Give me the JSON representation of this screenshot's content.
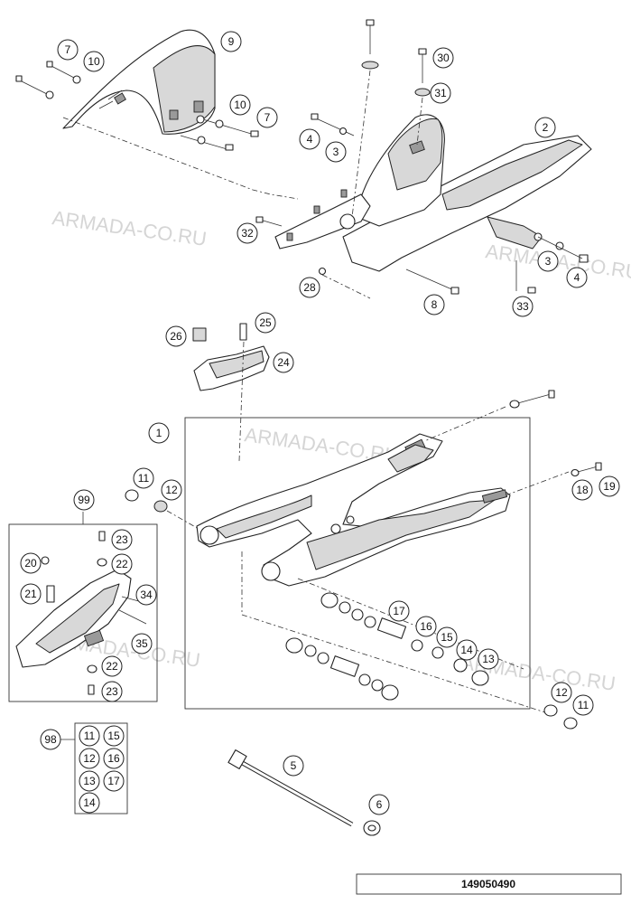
{
  "diagram": {
    "document_number": "149050490",
    "watermark": "ARMADA-CO.RU",
    "callouts": [
      "9",
      "7",
      "10",
      "10",
      "7",
      "30",
      "31",
      "2",
      "4",
      "3",
      "32",
      "28",
      "8",
      "3",
      "4",
      "33",
      "26",
      "25",
      "24",
      "1",
      "11",
      "12",
      "99",
      "23",
      "20",
      "22",
      "21",
      "34",
      "35",
      "22",
      "23",
      "17",
      "16",
      "15",
      "14",
      "13",
      "18",
      "19",
      "12",
      "11",
      "5",
      "6",
      "98",
      "11",
      "15",
      "12",
      "16",
      "13",
      "17",
      "14"
    ]
  }
}
